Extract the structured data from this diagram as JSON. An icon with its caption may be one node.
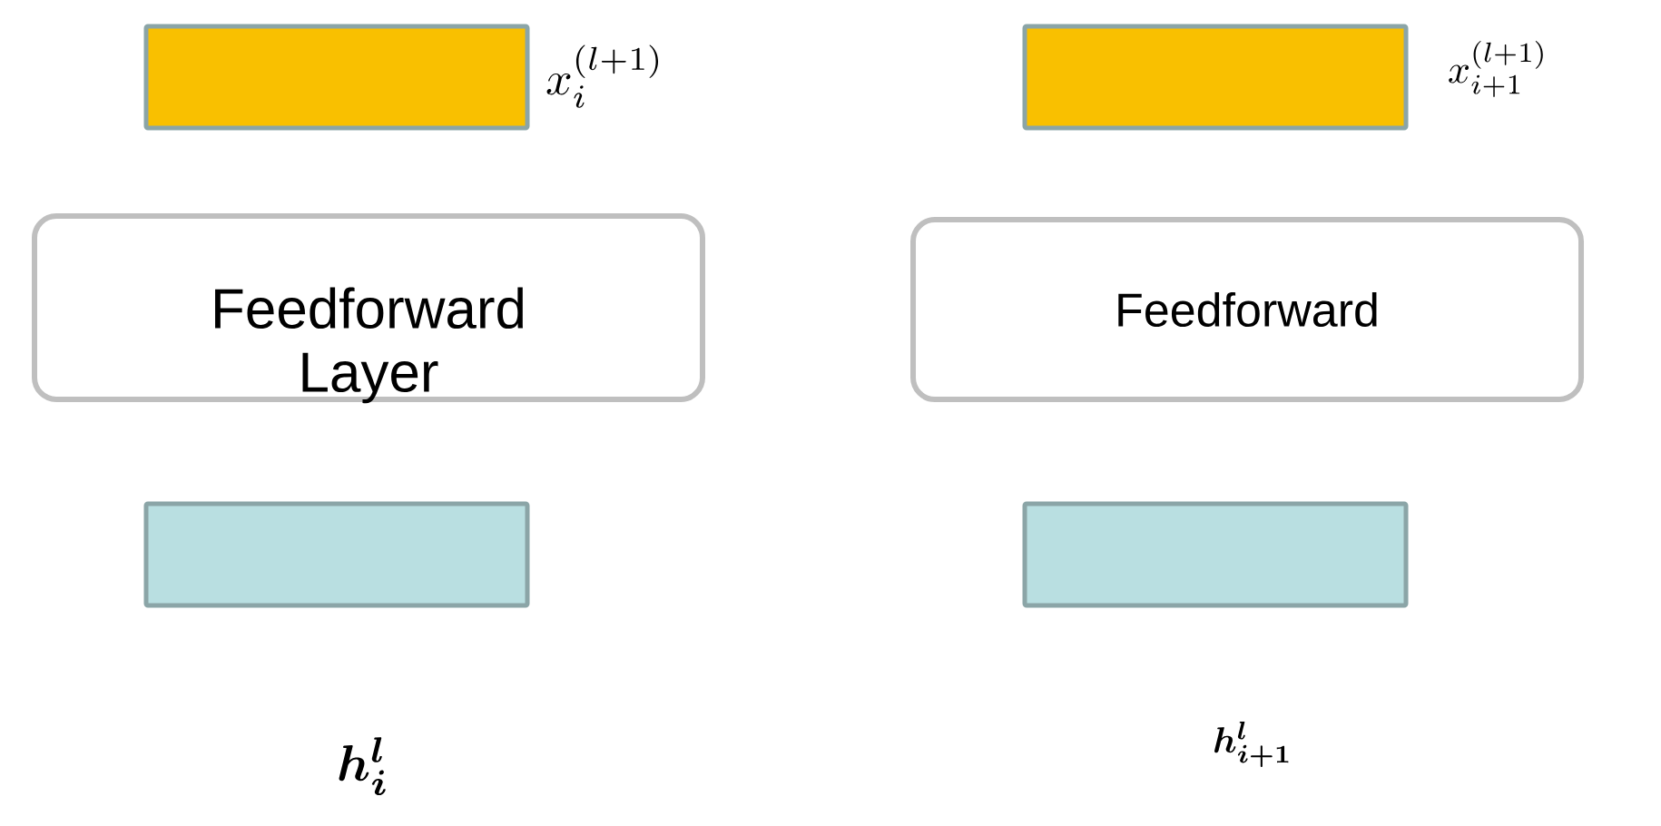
{
  "diagram": {
    "nodes": [
      {
        "text": [],
        "shape": "bar",
        "beside": [
          "x_i^{(l+1)}"
        ]
      },
      {
        "text": [],
        "shape": "bar",
        "beside": [
          "x_{i+1}^{(l+1)}"
        ]
      },
      {
        "text": [
          "Feedforward Layer"
        ]
      },
      {
        "text": [
          "Feedforward"
        ]
      },
      {
        "text": [],
        "shape": "bar"
      },
      {
        "text": [],
        "shape": "bar"
      }
    ],
    "labels": [
      "\\boldsymbol{h}_{\\boldsymbol{i}}^{\\boldsymbol{l}}",
      "\\boldsymbol{h}_{\\boldsymbol{i+1}}^{\\boldsymbol{l}}"
    ]
  }
}
